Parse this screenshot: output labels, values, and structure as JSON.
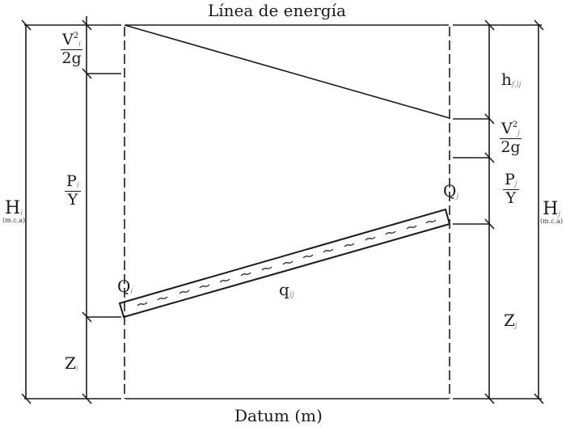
{
  "diagram": {
    "title_top": "Línea de energía",
    "title_bottom": "Datum (m)",
    "left": {
      "velocity_head": {
        "num": "V",
        "sup": "2",
        "sub": "i",
        "den": "2g"
      },
      "pressure_head": {
        "num": "P",
        "sub": "i",
        "den": "Y"
      },
      "elevation": {
        "main": "Z",
        "sub": "i"
      },
      "total_head": {
        "main": "H",
        "sub": "i",
        "unit": "(m.c.a)"
      },
      "flow": {
        "main": "Q",
        "sub": "i"
      }
    },
    "right": {
      "head_loss": {
        "main": "h",
        "sub": "f,ij"
      },
      "velocity_head": {
        "num": "V",
        "sup": "2",
        "sub": "j",
        "den": "2g"
      },
      "pressure_head": {
        "num": "P",
        "sub": "j",
        "den": "Y"
      },
      "elevation": {
        "main": "Z",
        "sub": "j"
      },
      "total_head": {
        "main": "H",
        "sub": "j",
        "unit": "(m.c.a)"
      },
      "flow": {
        "main": "Q",
        "sub": "j"
      }
    },
    "pipe": {
      "main": "q",
      "sub": "ij"
    },
    "colors": {
      "line": "#1a1a1a",
      "background": "#ffffff"
    }
  }
}
